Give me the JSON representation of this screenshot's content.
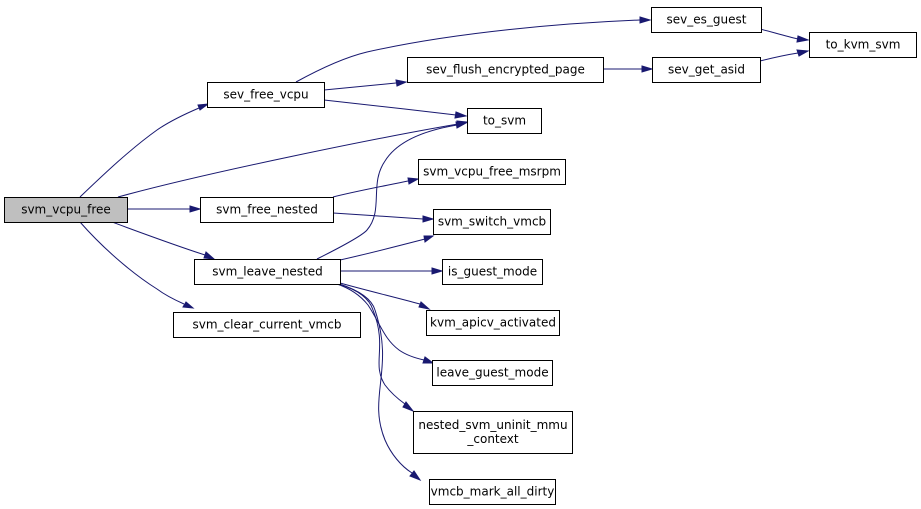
{
  "graph": {
    "colors": {
      "root_fill": "#bfbfbf",
      "node_fill": "#ffffff",
      "border": "#000000",
      "edge": "#191970"
    },
    "nodes": [
      {
        "id": "svm_vcpu_free",
        "lines": [
          "svm_vcpu_free"
        ],
        "root": true
      },
      {
        "id": "sev_free_vcpu",
        "lines": [
          "sev_free_vcpu"
        ]
      },
      {
        "id": "svm_free_nested",
        "lines": [
          "svm_free_nested"
        ]
      },
      {
        "id": "svm_leave_nested",
        "lines": [
          "svm_leave_nested"
        ]
      },
      {
        "id": "svm_clear_current_vmcb",
        "lines": [
          "svm_clear_current_vmcb"
        ]
      },
      {
        "id": "sev_flush_encrypted_page",
        "lines": [
          "sev_flush_encrypted_page"
        ]
      },
      {
        "id": "sev_es_guest",
        "lines": [
          "sev_es_guest"
        ]
      },
      {
        "id": "sev_get_asid",
        "lines": [
          "sev_get_asid"
        ]
      },
      {
        "id": "to_kvm_svm",
        "lines": [
          "to_kvm_svm"
        ]
      },
      {
        "id": "to_svm",
        "lines": [
          "to_svm"
        ]
      },
      {
        "id": "svm_vcpu_free_msrpm",
        "lines": [
          "svm_vcpu_free_msrpm"
        ]
      },
      {
        "id": "svm_switch_vmcb",
        "lines": [
          "svm_switch_vmcb"
        ]
      },
      {
        "id": "is_guest_mode",
        "lines": [
          "is_guest_mode"
        ]
      },
      {
        "id": "kvm_apicv_activated",
        "lines": [
          "kvm_apicv_activated"
        ]
      },
      {
        "id": "leave_guest_mode",
        "lines": [
          "leave_guest_mode"
        ]
      },
      {
        "id": "nested_svm_uninit_mmu_context",
        "lines": [
          "nested_svm_uninit_mmu",
          "_context"
        ]
      },
      {
        "id": "vmcb_mark_all_dirty",
        "lines": [
          "vmcb_mark_all_dirty"
        ]
      }
    ],
    "edges": [
      {
        "from": "svm_vcpu_free",
        "to": "sev_free_vcpu"
      },
      {
        "from": "svm_vcpu_free",
        "to": "to_svm"
      },
      {
        "from": "svm_vcpu_free",
        "to": "svm_free_nested"
      },
      {
        "from": "svm_vcpu_free",
        "to": "svm_leave_nested"
      },
      {
        "from": "svm_vcpu_free",
        "to": "svm_clear_current_vmcb"
      },
      {
        "from": "sev_free_vcpu",
        "to": "sev_es_guest"
      },
      {
        "from": "sev_free_vcpu",
        "to": "sev_flush_encrypted_page"
      },
      {
        "from": "sev_free_vcpu",
        "to": "to_svm"
      },
      {
        "from": "sev_es_guest",
        "to": "to_kvm_svm"
      },
      {
        "from": "sev_flush_encrypted_page",
        "to": "sev_get_asid"
      },
      {
        "from": "sev_get_asid",
        "to": "to_kvm_svm"
      },
      {
        "from": "svm_free_nested",
        "to": "svm_vcpu_free_msrpm"
      },
      {
        "from": "svm_free_nested",
        "to": "svm_switch_vmcb"
      },
      {
        "from": "svm_leave_nested",
        "to": "to_svm"
      },
      {
        "from": "svm_leave_nested",
        "to": "svm_switch_vmcb"
      },
      {
        "from": "svm_leave_nested",
        "to": "is_guest_mode"
      },
      {
        "from": "svm_leave_nested",
        "to": "kvm_apicv_activated"
      },
      {
        "from": "svm_leave_nested",
        "to": "leave_guest_mode"
      },
      {
        "from": "svm_leave_nested",
        "to": "nested_svm_uninit_mmu_context"
      },
      {
        "from": "svm_leave_nested",
        "to": "vmcb_mark_all_dirty"
      }
    ]
  }
}
